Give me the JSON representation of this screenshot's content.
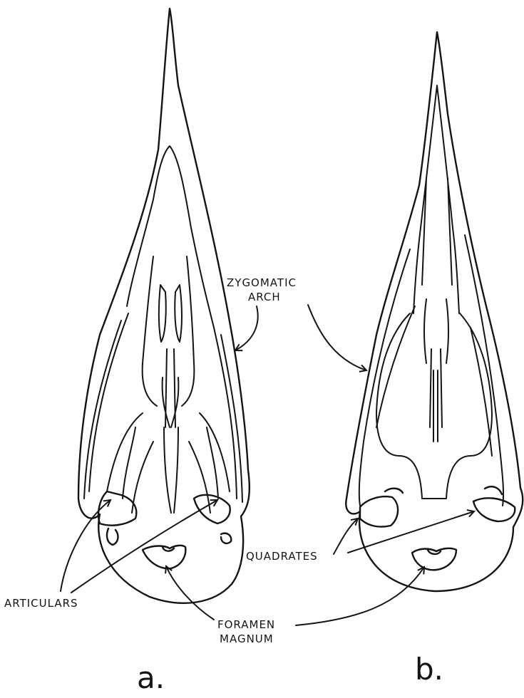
{
  "figure": {
    "panels": [
      {
        "letter": "a."
      },
      {
        "letter": "b."
      }
    ],
    "labels": {
      "zygomatic_line1": "ZYGOMATIC",
      "zygomatic_line2": "ARCH",
      "articulars": "ARTICULARS",
      "quadrates": "QUADRATES",
      "foramen_line1": "FORAMEN",
      "foramen_line2": "MAGNUM"
    },
    "ink_color": "#141414"
  }
}
